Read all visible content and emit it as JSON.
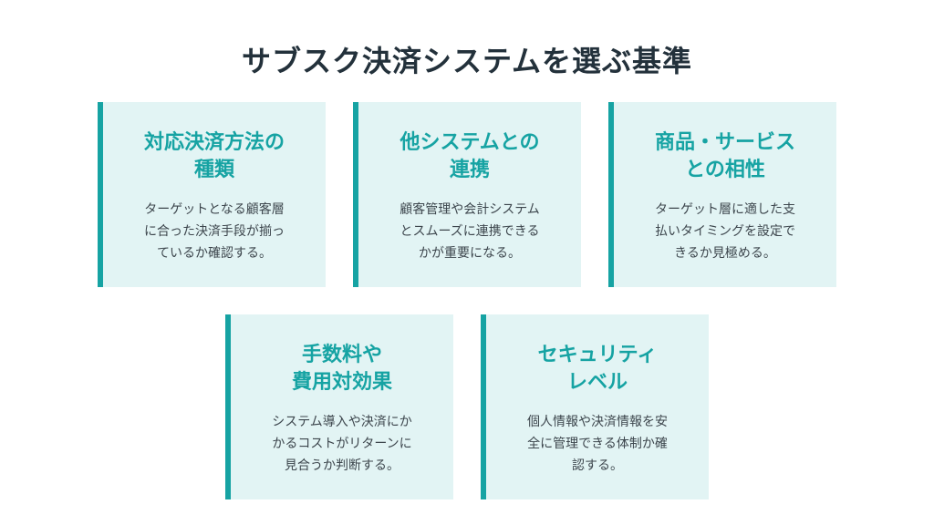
{
  "title": "サブスク決済システムを選ぶ基準",
  "cards": [
    {
      "heading": [
        "対応決済方法の",
        "種類"
      ],
      "body": [
        "ターゲットとなる顧客層",
        "に合った決済手段が揃っ",
        "ているか確認する。"
      ]
    },
    {
      "heading": [
        "他システムとの",
        "連携"
      ],
      "body": [
        "顧客管理や会計システム",
        "とスムーズに連携できる",
        "かが重要になる。"
      ]
    },
    {
      "heading": [
        "商品・サービス",
        "との相性"
      ],
      "body": [
        "ターゲット層に適した支",
        "払いタイミングを設定で",
        "きるか見極める。"
      ]
    },
    {
      "heading": [
        "手数料や",
        "費用対効果"
      ],
      "body": [
        "システム導入や決済にか",
        "かるコストがリターンに",
        "見合うか判断する。"
      ]
    },
    {
      "heading": [
        "セキュリティ",
        "レベル"
      ],
      "body": [
        "個人情報や決済情報を安",
        "全に管理できる体制か確",
        "認する。"
      ]
    }
  ],
  "colors": {
    "accent": "#16a3a3",
    "card_background": "#e2f4f4",
    "title_text": "#23313b",
    "body_text": "#3d464d"
  }
}
